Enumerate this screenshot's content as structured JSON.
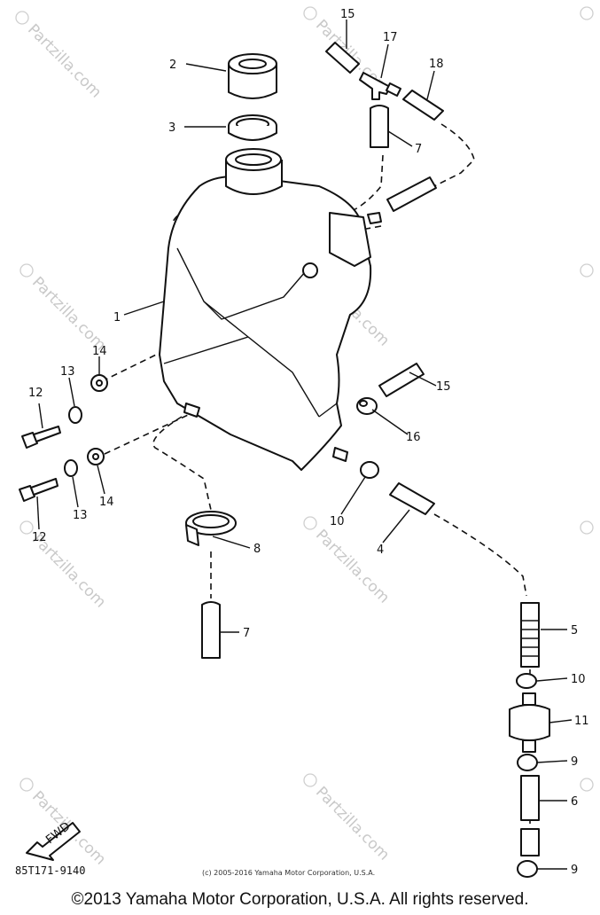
{
  "watermark": {
    "text": "Partzilla.com",
    "symbol": "©"
  },
  "callouts": {
    "c1": "1",
    "c2": "2",
    "c3": "3",
    "c4": "4",
    "c5": "5",
    "c6": "6",
    "c7a": "7",
    "c7b": "7",
    "c8": "8",
    "c9a": "9",
    "c9b": "9",
    "c10a": "10",
    "c10b": "10",
    "c11": "11",
    "c12a": "12",
    "c12b": "12",
    "c13a": "13",
    "c13b": "13",
    "c14a": "14",
    "c14b": "14",
    "c15a": "15",
    "c15b": "15",
    "c16": "16",
    "c17": "17",
    "c18": "18"
  },
  "fwd_label": "FWD",
  "diagram_code": "85T171-9140",
  "copyright_small": "(c) 2005-2016 Yamaha Motor Corporation, U.S.A.",
  "copyright_main": "©2013 Yamaha Motor Corporation, U.S.A. All rights reserved."
}
